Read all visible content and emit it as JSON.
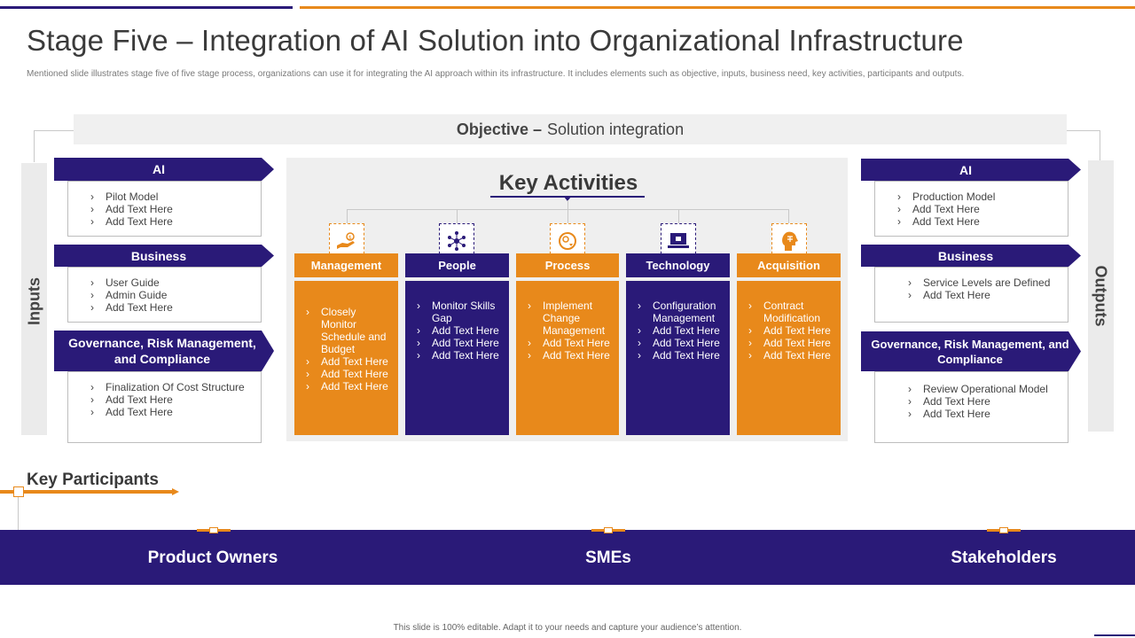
{
  "title": "Stage Five – Integration of AI Solution into Organizational Infrastructure",
  "subtitle": "Mentioned slide illustrates stage five of five stage process, organizations can use it for integrating the AI approach within its infrastructure. It includes elements such as objective, inputs, business need, key activities, participants and outputs.",
  "objective": {
    "label": "Objective –",
    "value": "Solution integration"
  },
  "inputs": {
    "side_label": "Inputs",
    "cards": [
      {
        "heading": "AI",
        "items": [
          "Pilot Model",
          "Add Text Here",
          "Add Text Here"
        ]
      },
      {
        "heading": "Business",
        "items": [
          "User Guide",
          "Admin Guide",
          "Add Text Here"
        ]
      },
      {
        "heading": "Governance, Risk Management, and Compliance",
        "items": [
          "Finalization Of Cost Structure",
          "Add Text Here",
          "Add Text Here"
        ]
      }
    ]
  },
  "outputs": {
    "side_label": "Outputs",
    "cards": [
      {
        "heading": "AI",
        "items": [
          "Production Model",
          "Add Text Here",
          "Add Text Here"
        ]
      },
      {
        "heading": "Business",
        "items": [
          "Service Levels are Defined",
          "Add Text Here"
        ]
      },
      {
        "heading": "Governance, Risk Management, and Compliance",
        "items": [
          "Review Operational Model",
          "Add Text Here",
          "Add Text Here"
        ]
      }
    ]
  },
  "key_activities": {
    "title": "Key Activities",
    "columns": [
      {
        "heading": "Management",
        "icon": "hand-money-icon",
        "items": [
          "Closely Monitor Schedule and Budget",
          "Add Text Here",
          "Add Text Here",
          "Add Text Here"
        ]
      },
      {
        "heading": "People",
        "icon": "people-network-icon",
        "items": [
          "Monitor Skills Gap",
          "Add Text Here",
          "Add Text Here",
          "Add Text Here"
        ]
      },
      {
        "heading": "Process",
        "icon": "gear-cycle-icon",
        "items": [
          "Implement Change Management",
          "Add Text Here",
          "Add Text Here"
        ]
      },
      {
        "heading": "Technology",
        "icon": "laptop-chip-icon",
        "items": [
          "Configuration Management",
          "Add Text Here",
          "Add Text Here",
          "Add Text Here"
        ]
      },
      {
        "heading": "Acquisition",
        "icon": "ai-head-icon",
        "items": [
          "Contract Modification",
          "Add Text Here",
          "Add Text Here",
          "Add Text Here"
        ]
      }
    ]
  },
  "key_participants": {
    "title": "Key Participants",
    "items": [
      "Product Owners",
      "SMEs",
      "Stakeholders"
    ]
  },
  "footer": "This slide is 100% editable. Adapt it to your needs and capture your audience’s attention.",
  "colors": {
    "purple": "#2a1a78",
    "orange": "#e8891b",
    "panel_gray": "#efefef"
  }
}
